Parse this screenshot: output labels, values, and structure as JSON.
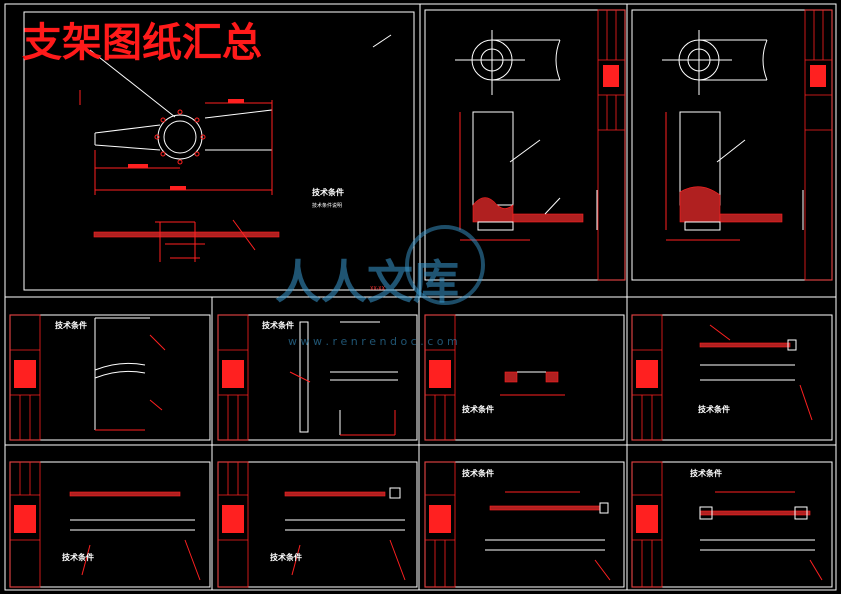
{
  "title": "支架图纸汇总",
  "tech_note": "技术条件",
  "tech_note_sub": "技术条件说明",
  "dim_label": "XX-XX",
  "watermark": {
    "text": "人人文库",
    "url": "w w w . r e n r e n d o c . c o m"
  },
  "colors": {
    "background": "#000000",
    "frame": "#ffffff",
    "drawing": "#ff2020",
    "title": "#ff1a1a",
    "watermark": "#3a9ad0"
  }
}
